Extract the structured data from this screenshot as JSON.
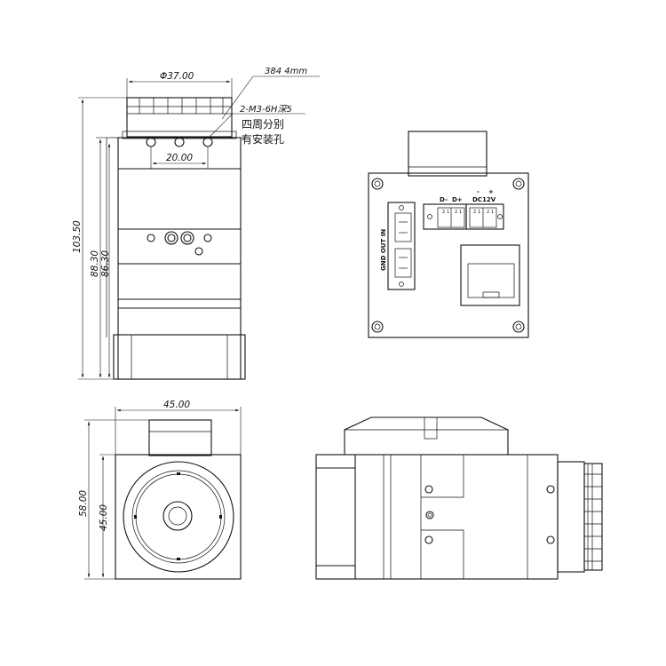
{
  "dimensions": {
    "lens_diameter": "Φ37.00",
    "lens_focal": "384 4mm",
    "mount_holes": "2-M3-6H深5",
    "mount_note_1": "四周分别",
    "mount_note_2": "有安装孔",
    "hole_spacing": "20.00",
    "height_total": "103.50",
    "height_a": "88.30",
    "height_b": "86.30",
    "width": "45.00",
    "front_height_total": "58.00",
    "front_height": "45.00"
  },
  "back_panel": {
    "rs485_minus": "D-",
    "rs485_plus": "D+",
    "power_minus": "-",
    "power_plus": "+",
    "power_label": "DC12V",
    "io_label": "GND OUT IN"
  }
}
